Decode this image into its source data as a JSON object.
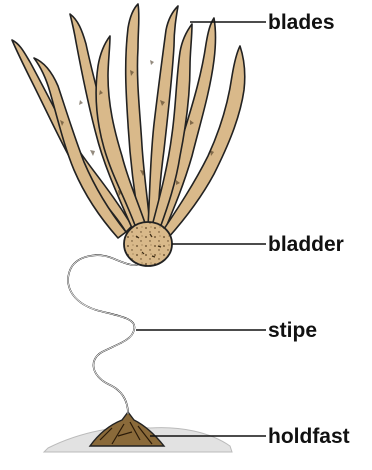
{
  "labels": {
    "blades": "blades",
    "bladder": "bladder",
    "stipe": "stipe",
    "holdfast": "holdfast"
  },
  "colors": {
    "blade_fill": "#d9b98a",
    "outline": "#222222",
    "label_text": "#111111"
  }
}
